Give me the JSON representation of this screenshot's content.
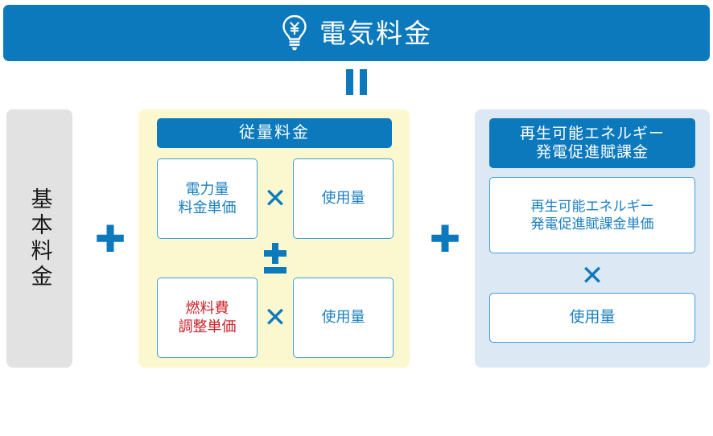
{
  "header": {
    "icon": "lightbulb-yen-icon",
    "title": "電気料金",
    "background_color": "#0B79BC",
    "text_color": "#FFFFFF"
  },
  "operators": {
    "equals_rotated": "=",
    "plus": "✚",
    "times": "✕",
    "plus_minus": "±",
    "color": "#0B79BC"
  },
  "basic_charge": {
    "label": "基本料金",
    "background_color": "#E2E2E2",
    "text_color": "#1A1A1A",
    "orientation": "vertical"
  },
  "usage_charge": {
    "header": "従量料金",
    "background_color": "#FBF8D0",
    "header_color": "#0B79BC",
    "rows": [
      {
        "unit_box": "電力量\n料金単価",
        "unit_line1": "電力量",
        "unit_line2": "料金単価",
        "unit_text_color": "#1B7FC0",
        "operator": "✕",
        "amount_box": "使用量",
        "amount_text_color": "#1B7FC0"
      },
      {
        "unit_box": "燃料費\n調整単価",
        "unit_line1": "燃料費",
        "unit_line2": "調整単価",
        "unit_text_color": "#CC2028",
        "operator": "✕",
        "amount_box": "使用量",
        "amount_text_color": "#1B7FC0"
      }
    ],
    "row_operator": "±"
  },
  "renewable_levy": {
    "header_line1": "再生可能エネルギー",
    "header_line2": "発電促進賦課金",
    "background_color": "#DCE8F4",
    "header_color": "#0B79BC",
    "unit_line1": "再生可能エネルギー",
    "unit_line2": "発電促進賦課金単価",
    "unit_text_color": "#1B7FC0",
    "operator": "✕",
    "amount_box": "使用量",
    "amount_text_color": "#1B7FC0"
  }
}
